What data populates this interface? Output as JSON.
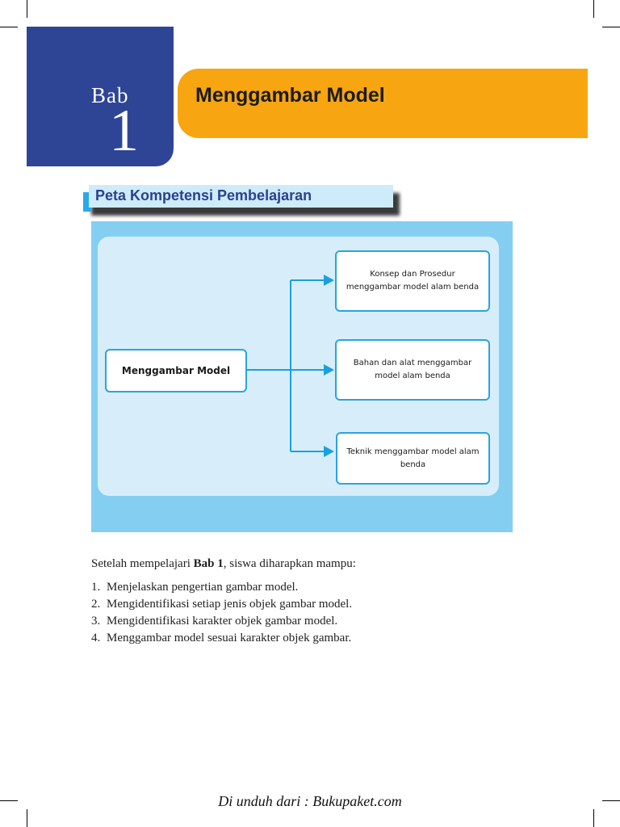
{
  "chapter": {
    "label": "Bab",
    "number": "1",
    "title": "Menggambar Model"
  },
  "competency_map": {
    "heading": "Peta Kompetensi Pembelajaran",
    "root": "Menggambar Model",
    "branches": [
      "Konsep dan Prosedur menggambar model alam benda",
      "Bahan dan alat menggambar model alam benda",
      "Teknik menggambar model alam benda"
    ]
  },
  "objectives": {
    "intro_before": "Setelah mempelajari ",
    "intro_bold": "Bab 1",
    "intro_after": ", siswa diharapkan mampu:",
    "items": [
      {
        "number": "1.",
        "text": "Menjelaskan pengertian gambar model."
      },
      {
        "number": "2.",
        "text": "Mengidentifikasi setiap jenis objek gambar model."
      },
      {
        "number": "3.",
        "text": "Mengidentifikasi karakter objek gambar model."
      },
      {
        "number": "4.",
        "text": "Menggambar model sesuai karakter objek gambar."
      }
    ]
  },
  "footer": {
    "text": "Di unduh dari : Bukupaket.com"
  },
  "colors": {
    "chapter_blue": "#2e4596",
    "title_orange": "#f7a612",
    "map_blue": "#84cff1",
    "map_inner": "#d7eefa",
    "connector": "#1aa0e0"
  }
}
